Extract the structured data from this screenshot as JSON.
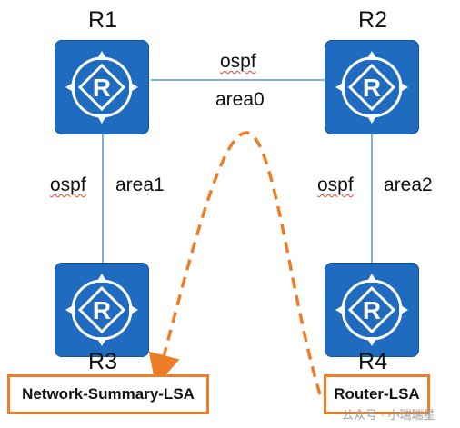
{
  "routers": [
    {
      "id": "r1",
      "label": "R1"
    },
    {
      "id": "r2",
      "label": "R2"
    },
    {
      "id": "r3",
      "label": "R3"
    },
    {
      "id": "r4",
      "label": "R4"
    }
  ],
  "links": {
    "r1_r2": {
      "protocol": "ospf",
      "area": "area0"
    },
    "r1_r3": {
      "protocol": "ospf",
      "area": "area1"
    },
    "r2_r4": {
      "protocol": "ospf",
      "area": "area2"
    }
  },
  "lsa": {
    "left": "Network-Summary-LSA",
    "right": "Router-LSA"
  },
  "watermark": "公众号 · 小瑞瑞星",
  "colors": {
    "router": "#1f6bbf",
    "arrow": "#ee7d25",
    "line": "#5b8fd0"
  },
  "icons": {
    "router": "router-r-icon"
  }
}
